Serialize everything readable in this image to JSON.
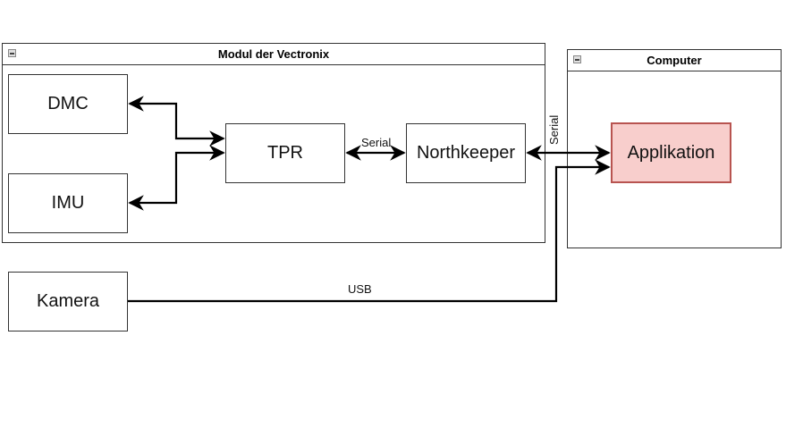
{
  "containers": {
    "vectronix": {
      "title": "Modul der Vectronix",
      "collapse_icon": "minus-square-icon"
    },
    "computer": {
      "title": "Computer",
      "collapse_icon": "minus-square-icon"
    }
  },
  "nodes": {
    "dmc": "DMC",
    "imu": "IMU",
    "tpr": "TPR",
    "northkeeper": "Northkeeper",
    "applikation": "Applikation",
    "kamera": "Kamera"
  },
  "edges": {
    "tpr_northkeeper": "Serial",
    "northkeeper_applikation": "Serial",
    "kamera_applikation": "USB"
  },
  "colors": {
    "highlight_fill": "#f8cecc",
    "highlight_stroke": "#b85450"
  }
}
